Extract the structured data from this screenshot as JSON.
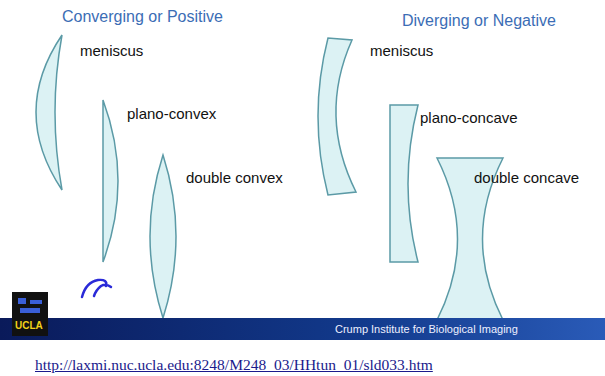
{
  "diagram": {
    "labels": [
      "Converging or Positive",
      "Diverging or Negative",
      "meniscus",
      "plano-convex",
      "double convex",
      "meniscus",
      "plano-concave",
      "double concave",
      "UCLA",
      "Crump Institute for Biological Imaging",
      "http://laxmi.nuc.ucla.edu:8248/M248_03/HHtun_01/sld033.htm"
    ]
  }
}
